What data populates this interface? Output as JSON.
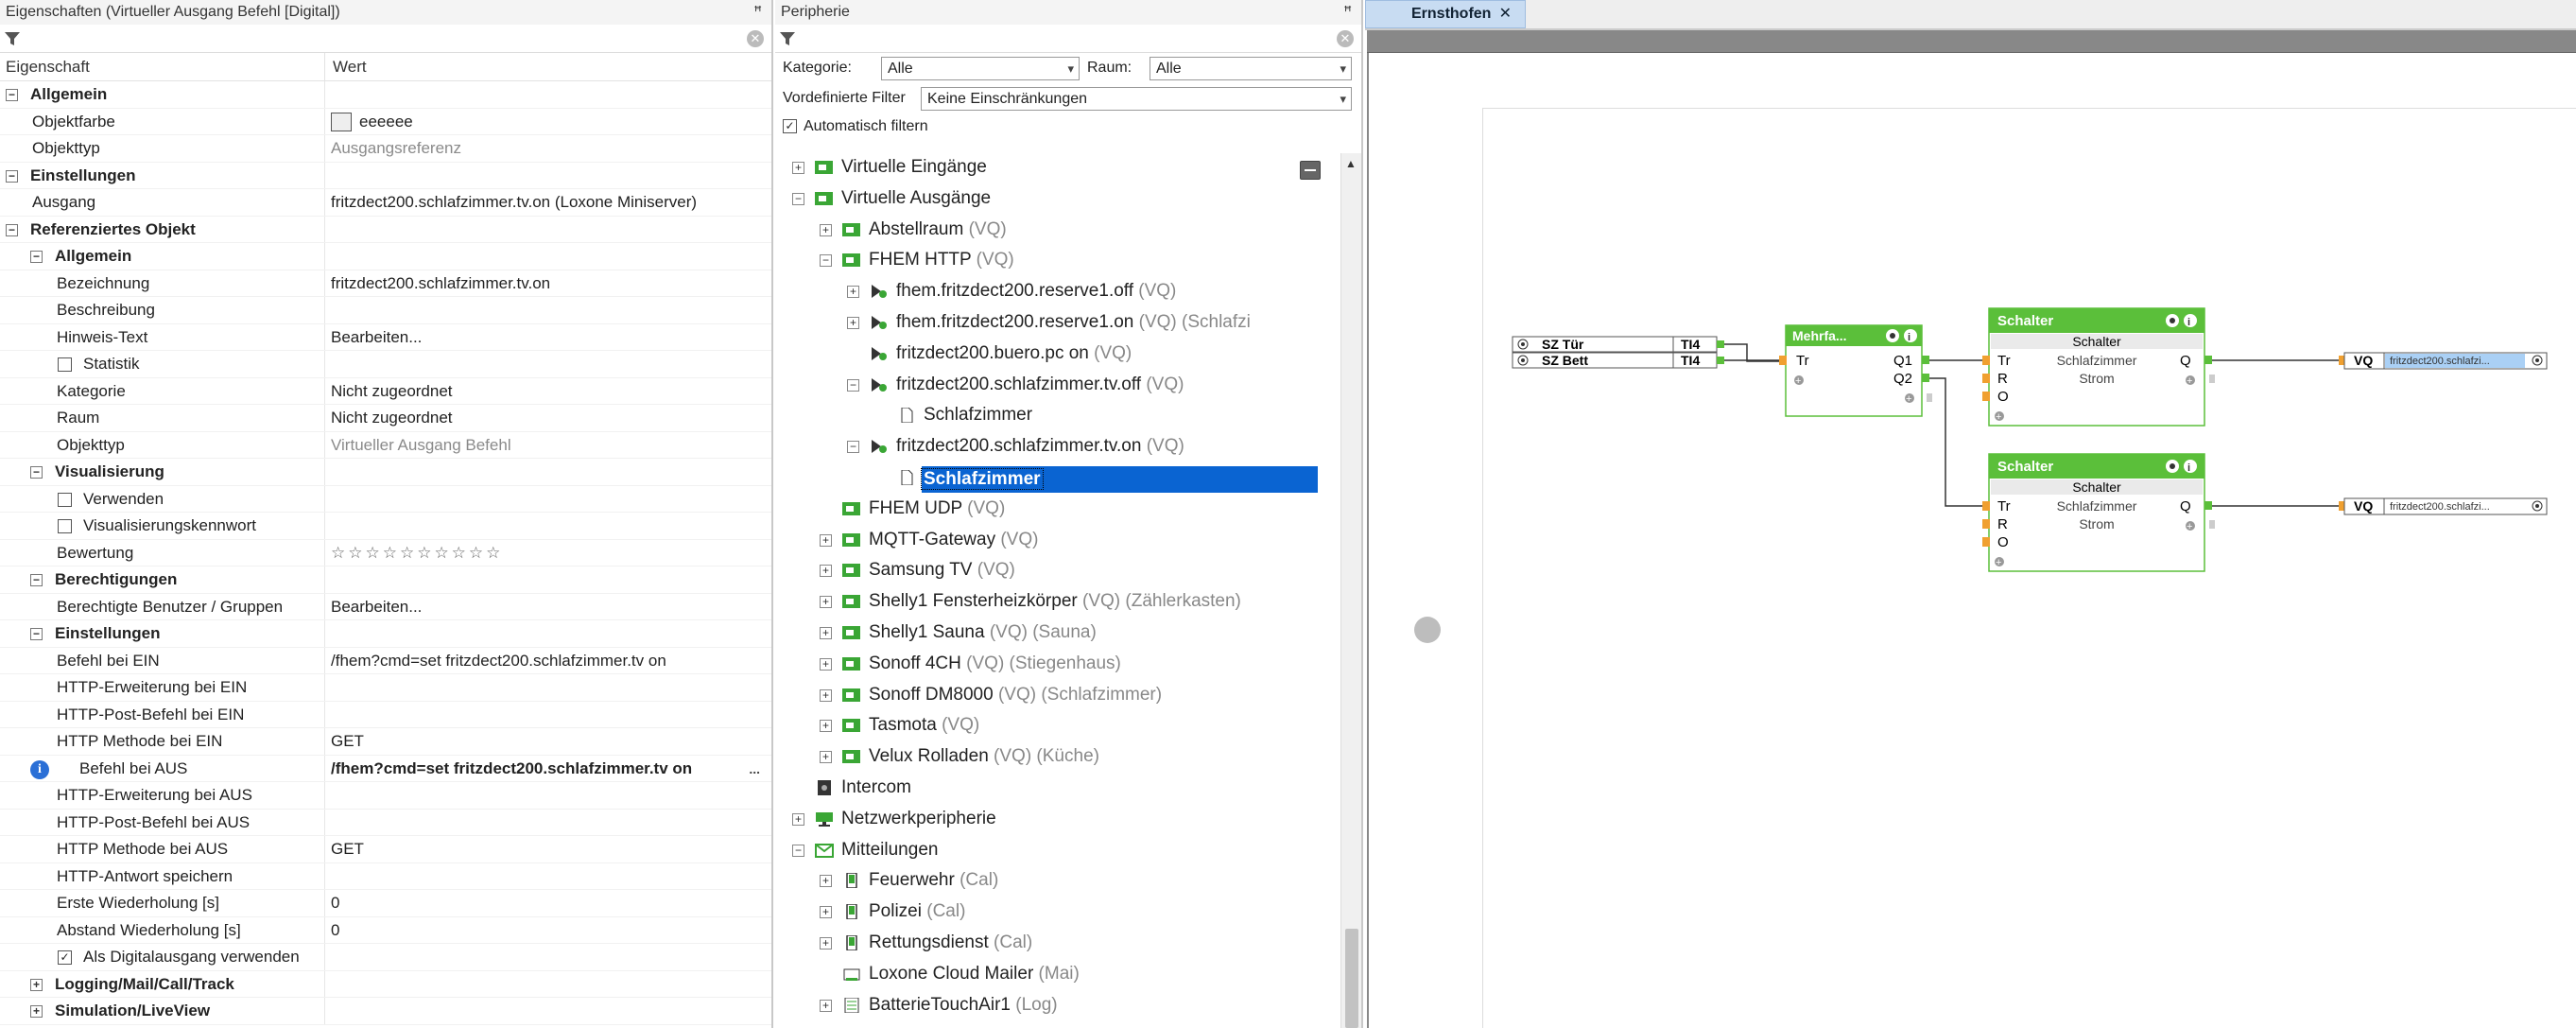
{
  "props": {
    "title": "Eigenschaften (Virtueller Ausgang Befehl [Digital])",
    "pin": "ꟸ",
    "col_property": "Eigenschaft",
    "col_value": "Wert",
    "rows": [
      {
        "label": "Allgemein",
        "value": "",
        "level": 0,
        "type": "group"
      },
      {
        "label": "Objektfarbe",
        "value": "eeeeee",
        "level": 1,
        "type": "color"
      },
      {
        "label": "Objekttyp",
        "value": "Ausgangsreferenz",
        "level": 1,
        "type": "grey"
      },
      {
        "label": "Einstellungen",
        "value": "",
        "level": 0,
        "type": "group"
      },
      {
        "label": "Ausgang",
        "value": "fritzdect200.schlafzimmer.tv.on (Loxone Miniserver)",
        "level": 1,
        "type": "normal"
      },
      {
        "label": "Referenziertes Objekt",
        "value": "",
        "level": 0,
        "type": "group"
      },
      {
        "label": "Allgemein",
        "value": "",
        "level": 1,
        "type": "group"
      },
      {
        "label": "Bezeichnung",
        "value": "fritzdect200.schlafzimmer.tv.on",
        "level": 2,
        "type": "normal"
      },
      {
        "label": "Beschreibung",
        "value": "",
        "level": 2,
        "type": "normal"
      },
      {
        "label": "Hinweis-Text",
        "value": "Bearbeiten...",
        "level": 2,
        "type": "normal"
      },
      {
        "label": "Statistik",
        "value": "",
        "level": 2,
        "type": "check",
        "checked": false
      },
      {
        "label": "Kategorie",
        "value": "Nicht zugeordnet",
        "level": 2,
        "type": "normal"
      },
      {
        "label": "Raum",
        "value": "Nicht zugeordnet",
        "level": 2,
        "type": "normal"
      },
      {
        "label": "Objekttyp",
        "value": "Virtueller Ausgang Befehl",
        "level": 2,
        "type": "grey"
      },
      {
        "label": "Visualisierung",
        "value": "",
        "level": 1,
        "type": "group"
      },
      {
        "label": "Verwenden",
        "value": "",
        "level": 2,
        "type": "check",
        "checked": false
      },
      {
        "label": "Visualisierungskennwort",
        "value": "",
        "level": 2,
        "type": "check",
        "checked": false
      },
      {
        "label": "Bewertung",
        "value": "☆☆☆☆☆☆☆☆☆☆",
        "level": 2,
        "type": "stars"
      },
      {
        "label": "Berechtigungen",
        "value": "",
        "level": 1,
        "type": "group"
      },
      {
        "label": "Berechtigte Benutzer / Gruppen",
        "value": "Bearbeiten...",
        "level": 2,
        "type": "normal"
      },
      {
        "label": "Einstellungen",
        "value": "",
        "level": 1,
        "type": "group"
      },
      {
        "label": "Befehl bei EIN",
        "value": "/fhem?cmd=set fritzdect200.schlafzimmer.tv on",
        "level": 2,
        "type": "normal"
      },
      {
        "label": "HTTP-Erweiterung bei EIN",
        "value": "",
        "level": 2,
        "type": "normal"
      },
      {
        "label": "HTTP-Post-Befehl bei EIN",
        "value": "",
        "level": 2,
        "type": "normal"
      },
      {
        "label": "HTTP Methode bei EIN",
        "value": "GET",
        "level": 2,
        "type": "normal"
      },
      {
        "label": "Befehl bei AUS",
        "value": "/fhem?cmd=set fritzdect200.schlafzimmer.tv on",
        "level": 2,
        "type": "active",
        "extra": "..."
      },
      {
        "label": "HTTP-Erweiterung bei AUS",
        "value": "",
        "level": 2,
        "type": "normal"
      },
      {
        "label": "HTTP-Post-Befehl bei AUS",
        "value": "",
        "level": 2,
        "type": "normal"
      },
      {
        "label": "HTTP Methode bei AUS",
        "value": "GET",
        "level": 2,
        "type": "normal"
      },
      {
        "label": "HTTP-Antwort speichern",
        "value": "",
        "level": 2,
        "type": "normal"
      },
      {
        "label": "Erste Wiederholung [s]",
        "value": "0",
        "level": 2,
        "type": "normal"
      },
      {
        "label": "Abstand Wiederholung [s]",
        "value": "0",
        "level": 2,
        "type": "normal"
      },
      {
        "label": "Als Digitalausgang verwenden",
        "value": "",
        "level": 2,
        "type": "check",
        "checked": true
      },
      {
        "label": "Logging/Mail/Call/Track",
        "value": "",
        "level": 1,
        "type": "group",
        "collapsed": true
      },
      {
        "label": "Simulation/LiveView",
        "value": "",
        "level": 1,
        "type": "group",
        "collapsed": true
      }
    ]
  },
  "peri": {
    "title": "Peripherie",
    "pin": "ꟸ",
    "kategorie_label": "Kategorie:",
    "kategorie_value": "Alle",
    "raum_label": "Raum:",
    "raum_value": "Alle",
    "filter_label": "Vordefinierte Filter",
    "filter_value": "Keine Einschränkungen",
    "auto_filter_label": "Automatisch filtern",
    "auto_filter_checked": true,
    "tree": [
      {
        "indent": 1,
        "icon": "green-block",
        "text": "Virtuelle Eingänge",
        "gray": "",
        "pm": "+"
      },
      {
        "indent": 1,
        "icon": "green-block",
        "text": "Virtuelle Ausgänge",
        "gray": "",
        "pm": "-"
      },
      {
        "indent": 2,
        "icon": "green-block",
        "text": "Abstellraum",
        "gray": " (VQ)",
        "pm": "+"
      },
      {
        "indent": 2,
        "icon": "green-block",
        "text": "FHEM HTTP",
        "gray": " (VQ)",
        "pm": "-"
      },
      {
        "indent": 3,
        "icon": "output",
        "text": "fhem.fritzdect200.reserve1.off",
        "gray": " (VQ)",
        "pm": "+"
      },
      {
        "indent": 3,
        "icon": "output",
        "text": "fhem.fritzdect200.reserve1.on",
        "gray": " (VQ) (Schlafzi",
        "pm": "+"
      },
      {
        "indent": 3,
        "icon": "output",
        "text": "fritzdect200.buero.pc on",
        "gray": " (VQ)",
        "pm": ""
      },
      {
        "indent": 3,
        "icon": "output",
        "text": "fritzdect200.schlafzimmer.tv.off",
        "gray": " (VQ)",
        "pm": "-"
      },
      {
        "indent": 4,
        "icon": "page",
        "text": "Schlafzimmer",
        "gray": "",
        "pm": ""
      },
      {
        "indent": 3,
        "icon": "output",
        "text": "fritzdect200.schlafzimmer.tv.on",
        "gray": " (VQ)",
        "pm": "-"
      },
      {
        "indent": 4,
        "icon": "page",
        "text": "Schlafzimmer",
        "gray": "",
        "pm": "",
        "selected": true
      },
      {
        "indent": 2,
        "icon": "green-block",
        "text": "FHEM UDP",
        "gray": " (VQ)",
        "pm": ""
      },
      {
        "indent": 2,
        "icon": "green-block",
        "text": "MQTT-Gateway",
        "gray": " (VQ)",
        "pm": "+"
      },
      {
        "indent": 2,
        "icon": "green-block",
        "text": "Samsung TV",
        "gray": " (VQ)",
        "pm": "+"
      },
      {
        "indent": 2,
        "icon": "green-block",
        "text": "Shelly1 Fensterheizkörper",
        "gray": " (VQ) (Zählerkasten)",
        "pm": "+"
      },
      {
        "indent": 2,
        "icon": "green-block",
        "text": "Shelly1 Sauna",
        "gray": " (VQ) (Sauna)",
        "pm": "+"
      },
      {
        "indent": 2,
        "icon": "green-block",
        "text": "Sonoff 4CH",
        "gray": " (VQ) (Stiegenhaus)",
        "pm": "+"
      },
      {
        "indent": 2,
        "icon": "green-block",
        "text": "Sonoff DM8000",
        "gray": " (VQ) (Schlafzimmer)",
        "pm": "+"
      },
      {
        "indent": 2,
        "icon": "green-block",
        "text": "Tasmota",
        "gray": " (VQ)",
        "pm": "+"
      },
      {
        "indent": 2,
        "icon": "green-block",
        "text": "Velux Rolladen",
        "gray": " (VQ) (Küche)",
        "pm": "+"
      },
      {
        "indent": 1,
        "icon": "intercom",
        "text": "Intercom",
        "gray": "",
        "pm": ""
      },
      {
        "indent": 1,
        "icon": "network",
        "text": "Netzwerkperipherie",
        "gray": "",
        "pm": "+"
      },
      {
        "indent": 1,
        "icon": "messages",
        "text": "Mitteilungen",
        "gray": "",
        "pm": "-"
      },
      {
        "indent": 2,
        "icon": "phone",
        "text": "Feuerwehr",
        "gray": " (Cal)",
        "pm": "+"
      },
      {
        "indent": 2,
        "icon": "phone",
        "text": "Polizei",
        "gray": " (Cal)",
        "pm": "+"
      },
      {
        "indent": 2,
        "icon": "phone",
        "text": "Rettungsdienst",
        "gray": " (Cal)",
        "pm": "+"
      },
      {
        "indent": 2,
        "icon": "mail",
        "text": "Loxone Cloud Mailer",
        "gray": " (Mai)",
        "pm": ""
      },
      {
        "indent": 2,
        "icon": "log",
        "text": "BatterieTouchAir1",
        "gray": " (Log)",
        "pm": "+"
      }
    ]
  },
  "canvas": {
    "tab_label": "Ernsthofen",
    "tab_close": "✕",
    "inputs": [
      {
        "name": "SZ Tür",
        "tag": "TI4"
      },
      {
        "name": "SZ Bett",
        "tag": "TI4"
      }
    ],
    "mehrfach": {
      "title": "Mehrfa...",
      "in": "Tr",
      "out1": "Q1",
      "out2": "Q2"
    },
    "schalter": [
      {
        "title": "Schalter",
        "sub": "Schalter",
        "in_tr": "Tr",
        "in_r": "R",
        "in_o": "O",
        "room": "Schlafzimmer",
        "q": "Q",
        "strom": "Strom"
      },
      {
        "title": "Schalter",
        "sub": "Schalter",
        "in_tr": "Tr",
        "in_r": "R",
        "in_o": "O",
        "room": "Schlafzimmer",
        "q": "Q",
        "strom": "Strom"
      }
    ],
    "outputs": [
      {
        "tag": "VQ",
        "name": "fritzdect200.schlafzi..."
      },
      {
        "tag": "VQ",
        "name": "fritzdect200.schlafzi..."
      }
    ]
  }
}
